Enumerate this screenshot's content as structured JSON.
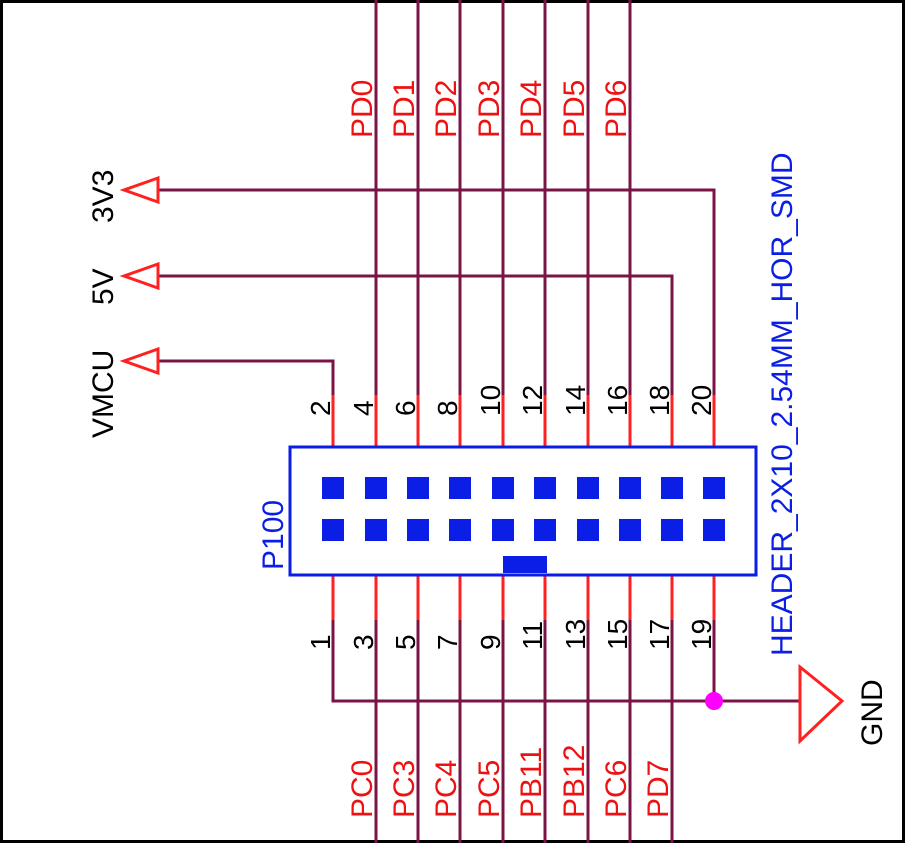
{
  "colors": {
    "background": "#ffffff",
    "frame": "#000000",
    "wire": "#7b1446",
    "pin_stub": "#ff2020",
    "net_label": "#ee1111",
    "component": "#0a1ee6",
    "pin_number": "#000000",
    "junction": "#ff00ff"
  },
  "component": {
    "designator": "P100",
    "footprint": "HEADER_2X10_2.54MM_HOR_SMD"
  },
  "even_pin_numbers": [
    "2",
    "4",
    "6",
    "8",
    "10",
    "12",
    "14",
    "16",
    "18",
    "20"
  ],
  "odd_pin_numbers": [
    "1",
    "3",
    "5",
    "7",
    "9",
    "11",
    "13",
    "15",
    "17",
    "19"
  ],
  "top_nets": [
    "PD0",
    "PD1",
    "PD2",
    "PD3",
    "PD4",
    "PD5",
    "PD6"
  ],
  "bottom_nets": [
    "PC0",
    "PC3",
    "PC4",
    "PC5",
    "PB11",
    "PB12",
    "PC6",
    "PD7"
  ],
  "power_ports": [
    {
      "name": "3V3",
      "icon": "power-arrow-icon"
    },
    {
      "name": "5V",
      "icon": "power-arrow-icon"
    },
    {
      "name": "VMCU",
      "icon": "power-arrow-icon"
    }
  ],
  "ground_port": {
    "name": "GND",
    "icon": "ground-triangle-icon"
  }
}
